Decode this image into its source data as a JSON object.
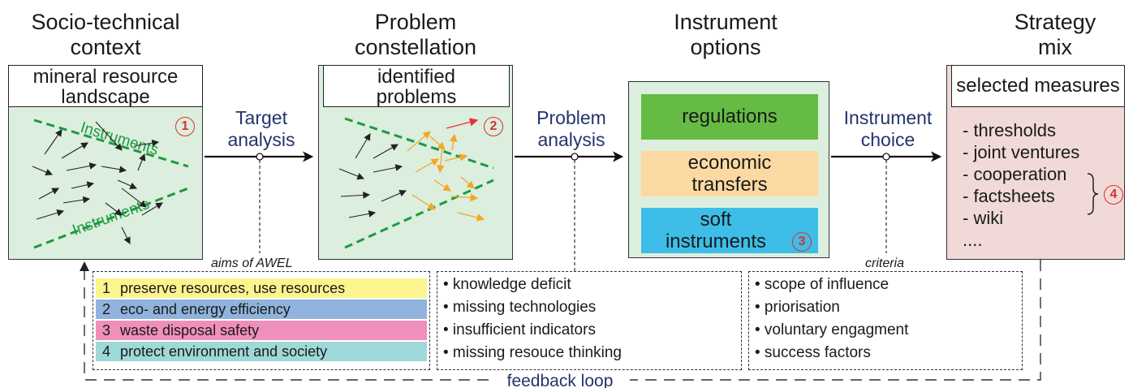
{
  "stages": [
    {
      "heading": [
        "Socio-technical",
        "context"
      ],
      "box_label": [
        "mineral resource",
        "landscape"
      ],
      "number": "1",
      "diagonal_labels": [
        "Instruments",
        "Instruments"
      ]
    },
    {
      "heading": [
        "Problem",
        "constellation"
      ],
      "box_label": [
        "identified",
        "problems"
      ],
      "number": "2"
    },
    {
      "heading": [
        "Instrument",
        "options"
      ],
      "options": [
        {
          "label": [
            "regulations"
          ],
          "color": "#66bb44"
        },
        {
          "label": [
            "economic",
            "transfers"
          ],
          "color": "#fcd9a2"
        },
        {
          "label": [
            "soft",
            "instruments"
          ],
          "color": "#3dbde8"
        }
      ],
      "number": "3"
    },
    {
      "heading": [
        "Strategy",
        "mix"
      ],
      "box_label": [
        "selected measures"
      ],
      "measures": [
        "- thresholds",
        "- joint ventures",
        "- cooperation",
        "- factsheets",
        "- wiki",
        "...."
      ],
      "number": "4"
    }
  ],
  "transitions": [
    {
      "label": [
        "Target",
        "analysis"
      ],
      "annotation": "aims of AWEL"
    },
    {
      "label": [
        "Problem",
        "analysis"
      ],
      "annotation": ""
    },
    {
      "label": [
        "Instrument",
        "choice"
      ],
      "annotation": "criteria"
    }
  ],
  "aims": [
    {
      "num": "1",
      "text": "preserve resources, use resources",
      "color": "#fcf48f"
    },
    {
      "num": "2",
      "text": "eco- and energy efficiency",
      "color": "#8fb3dc"
    },
    {
      "num": "3",
      "text": "waste disposal safety",
      "color": "#ef8fbc"
    },
    {
      "num": "4",
      "text": "protect environment and society",
      "color": "#9fd8d8"
    }
  ],
  "problems": [
    "• knowledge deficit",
    "• missing technologies",
    "• insufficient indicators",
    "• missing resouce thinking"
  ],
  "criteria": [
    "• scope of influence",
    "• priorisation",
    "• voluntary engagment",
    "• success factors"
  ],
  "feedback_label": "feedback loop",
  "colors": {
    "green_line": "#1d9a40",
    "arrow_orange": "#f5a623",
    "arrow_red": "#e3342f",
    "flow_text": "#24346e",
    "number_red": "#d9302c"
  }
}
